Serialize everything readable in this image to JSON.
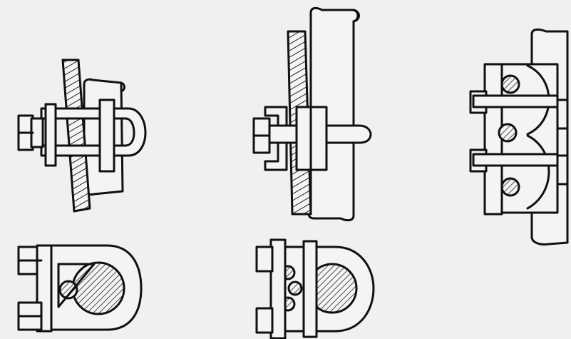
{
  "colors": {
    "background": "#f0f0f0",
    "ink": "#111111",
    "paper": "#f4f4f4",
    "hatch": "#222222"
  },
  "figures": [
    {
      "id": "u-bolt-clamp-side"
    },
    {
      "id": "saddle-clamp-side"
    },
    {
      "id": "double-bolt-clamp-side"
    },
    {
      "id": "u-bolt-clamp-end"
    },
    {
      "id": "saddle-clamp-end"
    }
  ]
}
